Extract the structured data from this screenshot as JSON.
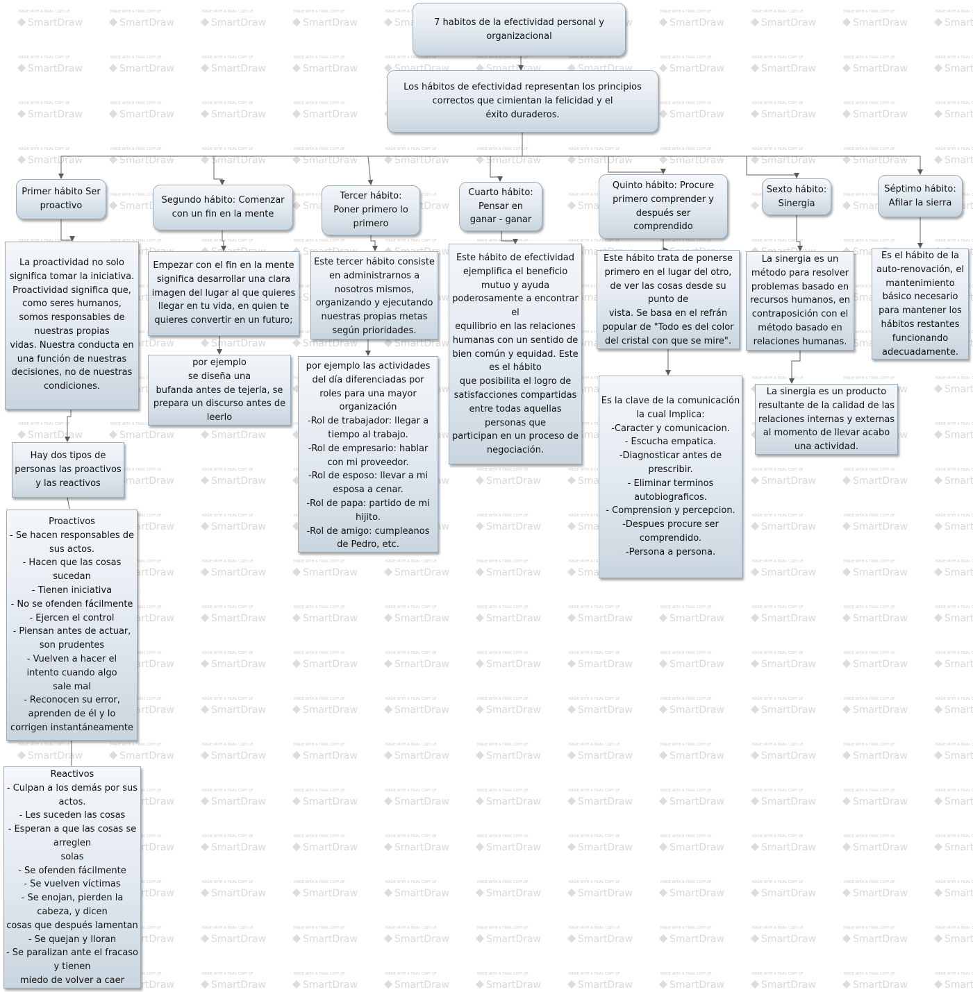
{
  "watermark": {
    "small": "MADE WITH A TRIAL COPY OF",
    "brand": "SmartDraw"
  },
  "nodes": {
    "root": "7 habitos de la efectividad personal y\norganizacional",
    "intro": "Los hábitos de efectividad representan los principios\ncorrectos que cimientan la felicidad y el\néxito duraderos.",
    "h1_title": "Primer hábito Ser\nproactivo",
    "h1_desc": "La proactividad no solo\nsignifica tomar la iniciativa.\nProactividad significa que,\ncomo seres humanos,\nsomos responsables de\nnuestras propias\nvidas. Nuestra conducta en\nuna función de nuestras\ndecisiones, no de nuestras\ncondiciones.",
    "h1_types": "Hay dos tipos de\npersonas las proactivos\ny las reactivos",
    "h1_proactivos": "Proactivos\n- Se hacen responsables de\nsus actos.\n- Hacen que las cosas\nsucedan\n- Tienen iniciativa\n- No se ofenden fácilmente\n- Ejercen el control\n- Piensan antes de actuar,\nson prudentes\n- Vuelven a hacer el\nintento cuando algo\nsale mal\n- Reconocen su error,\naprenden de él y lo\ncorrigen instantáneamente",
    "h1_reactivos": "Reactivos\n- Culpan a los demás por sus\nactos.\n- Les suceden las cosas\n- Esperan a que las cosas se\narreglen\nsolas\n- Se ofenden fácilmente\n- Se vuelven víctimas\n- Se enojan, pierden la\ncabeza, y dicen\ncosas que después lamentan\n- Se quejan y lloran\n- Se paralizan ante el fracaso\ny tienen\nmiedo de volver a caer",
    "h2_title": "Segundo hábito: Comenzar\ncon un fin en la mente",
    "h2_desc": "Empezar con el fin en la mente\nsignifica desarrollar una clara\nimagen del lugar al que quieres\nllegar en tu vida, en quien te\nquieres convertir en un futuro;",
    "h2_example": "por ejemplo\nse diseña una\nbufanda antes de tejerla, se\nprepara un discurso antes de\nleerlo",
    "h3_title": "Tercer hábito:\nPoner primero lo\nprimero",
    "h3_desc": "Este tercer hábito consiste\nen administrarnos a\nnosotros mismos,\norganizando y ejecutando\nnuestras propias metas\nsegún prioridades.",
    "h3_example": "por ejemplo las actividades\ndel día diferenciadas por\nroles para una mayor\norganización\n-Rol de trabajador: llegar a\ntiempo al trabajo.\n-Rol de empresario: hablar\ncon mi proveedor.\n-Rol de esposo: llevar a mi\nesposa a cenar.\n-Rol de papa: partido de mi\nhijito.\n-Rol de amigo: cumpleanos\nde Pedro, etc.",
    "h4_title": "Cuarto hábito:\nPensar en\nganar - ganar",
    "h4_desc": "Este hábito de efectividad\nejemplifica el beneficio\nmutuo y ayuda\npoderosamente a encontrar\nel\nequilibrio en las relaciones\nhumanas con un sentido de\nbien común y equidad. Este\nes el hábito\nque posibilita el logro de\nsatisfacciones compartidas\nentre todas aquellas\npersonas que\nparticipan en un proceso de\nnegociación.",
    "h5_title": "Quinto hábito: Procure\nprimero comprender y\ndespués ser\ncomprendido",
    "h5_desc": "Este hábito trata de ponerse\nprimero en el lugar del otro,\nde ver las cosas desde su\npunto de\nvista. Se basa en el refrán\npopular de \"Todo es del color\ndel cristal con que se mire\".",
    "h5_key": "Es la clave de la comunicación\nla cual  Implica:\n-Caracter y comunicacion.\n- Escucha empatica.\n-Diagnosticar antes de\nprescribir.\n- Eliminar terminos\nautobiograficos.\n- Comprension y percepcion.\n-Despues procure ser\ncomprendido.\n-Persona a persona.",
    "h6_title": "Sexto hábito:\nSinergia",
    "h6_desc": "La sinergia es un\nmétodo para resolver\nproblemas basado en\nrecursos humanos, en\ncontraposición con el\nmétodo basado en\nrelaciones humanas.",
    "h6_product": "La sinergia es un producto\nresultante de la calidad de las\nrelaciones internas y externas\nal momento de llevar acabo\nuna actividad.",
    "h7_title": "Séptimo hábito:\nAfilar la sierra",
    "h7_desc": "Es el hábito de la\nauto-renovación, el\nmantenimiento\nbásico necesario\npara mantener los\nhábitos restantes\nfuncionando\nadecuadamente."
  }
}
